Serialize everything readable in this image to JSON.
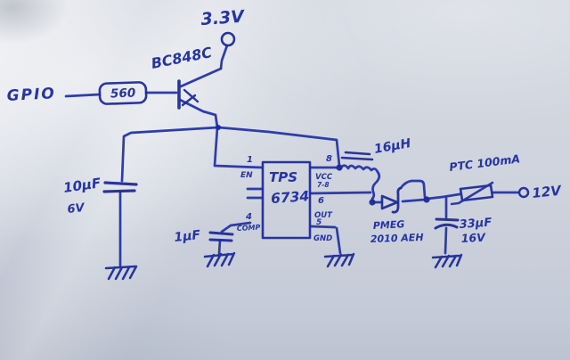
{
  "schematic": {
    "supply_label": "3.3V",
    "transistor_label": "BC848C",
    "gpio_label": "GPIO",
    "resistor_value": "560",
    "input_cap": {
      "value": "10μF",
      "voltage": "6V"
    },
    "comp_cap": {
      "value": "1μF"
    },
    "ic": {
      "name_line1": "TPS",
      "name_line2": "6734",
      "pin1_num": "1",
      "pin1_name": "EN",
      "pin4_num": "4",
      "pin4_name": "COMP",
      "pin8_num": "8",
      "pin8_name": "VCC",
      "pin8_note": "7-8",
      "pin6_num": "6",
      "pin6_name": "OUT",
      "pin5_num": "5",
      "pin5_name": "GND"
    },
    "inductor_label": "16μH",
    "diode": {
      "line1": "PMEG",
      "line2": "2010 AEH"
    },
    "output_cap": {
      "value": "33μF",
      "voltage": "16V"
    },
    "ptc_label": "PTC 100mA",
    "output_label": "12V"
  },
  "colors": {
    "ink": "#2434a6",
    "ink_dark": "#1d2b98",
    "board": "#cfd4de"
  }
}
